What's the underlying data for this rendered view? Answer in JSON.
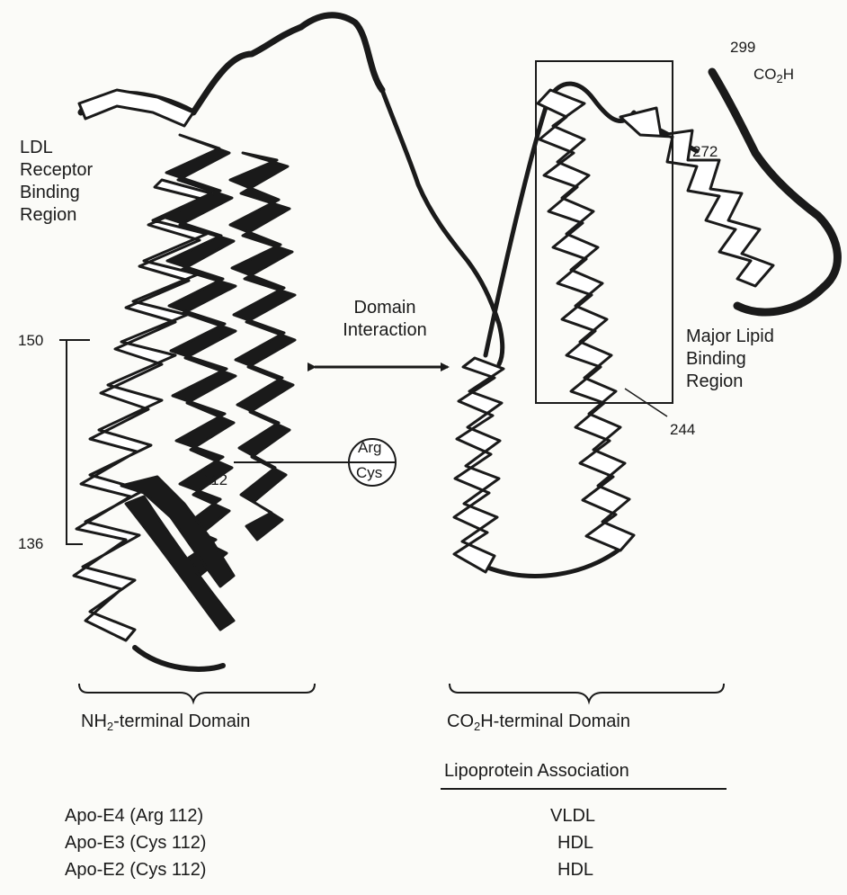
{
  "labels": {
    "ldl_receptor": [
      "LDL",
      "Receptor",
      "Binding",
      "Region"
    ],
    "domain_interaction": [
      "Domain",
      "Interaction"
    ],
    "major_lipid": [
      "Major Lipid",
      "Binding",
      "Region"
    ],
    "res_299": "299",
    "co2h_top_a": "CO",
    "co2h_top_sub": "2",
    "co2h_top_b": "H",
    "res_272": "272",
    "res_244": "244",
    "res_150": "150",
    "res_136": "136",
    "res_112": "112",
    "arg": "Arg",
    "cys": "Cys"
  },
  "domains": {
    "nh2_a": "NH",
    "nh2_sub": "2",
    "nh2_b": "-terminal Domain",
    "co2h_a": "CO",
    "co2h_sub": "2",
    "co2h_b": "H-terminal Domain",
    "lipoprotein_header": "Lipoprotein Association"
  },
  "isoforms": [
    {
      "name": "Apo-E4 (Arg 112)",
      "lipoprotein": "VLDL"
    },
    {
      "name": "Apo-E3 (Cys 112)",
      "lipoprotein": "HDL"
    },
    {
      "name": "Apo-E2 (Cys 112)",
      "lipoprotein": "HDL"
    }
  ],
  "colors": {
    "ink": "#1a1a1a",
    "paper": "#fbfbf8",
    "ribbon_fill": "#ffffff"
  }
}
